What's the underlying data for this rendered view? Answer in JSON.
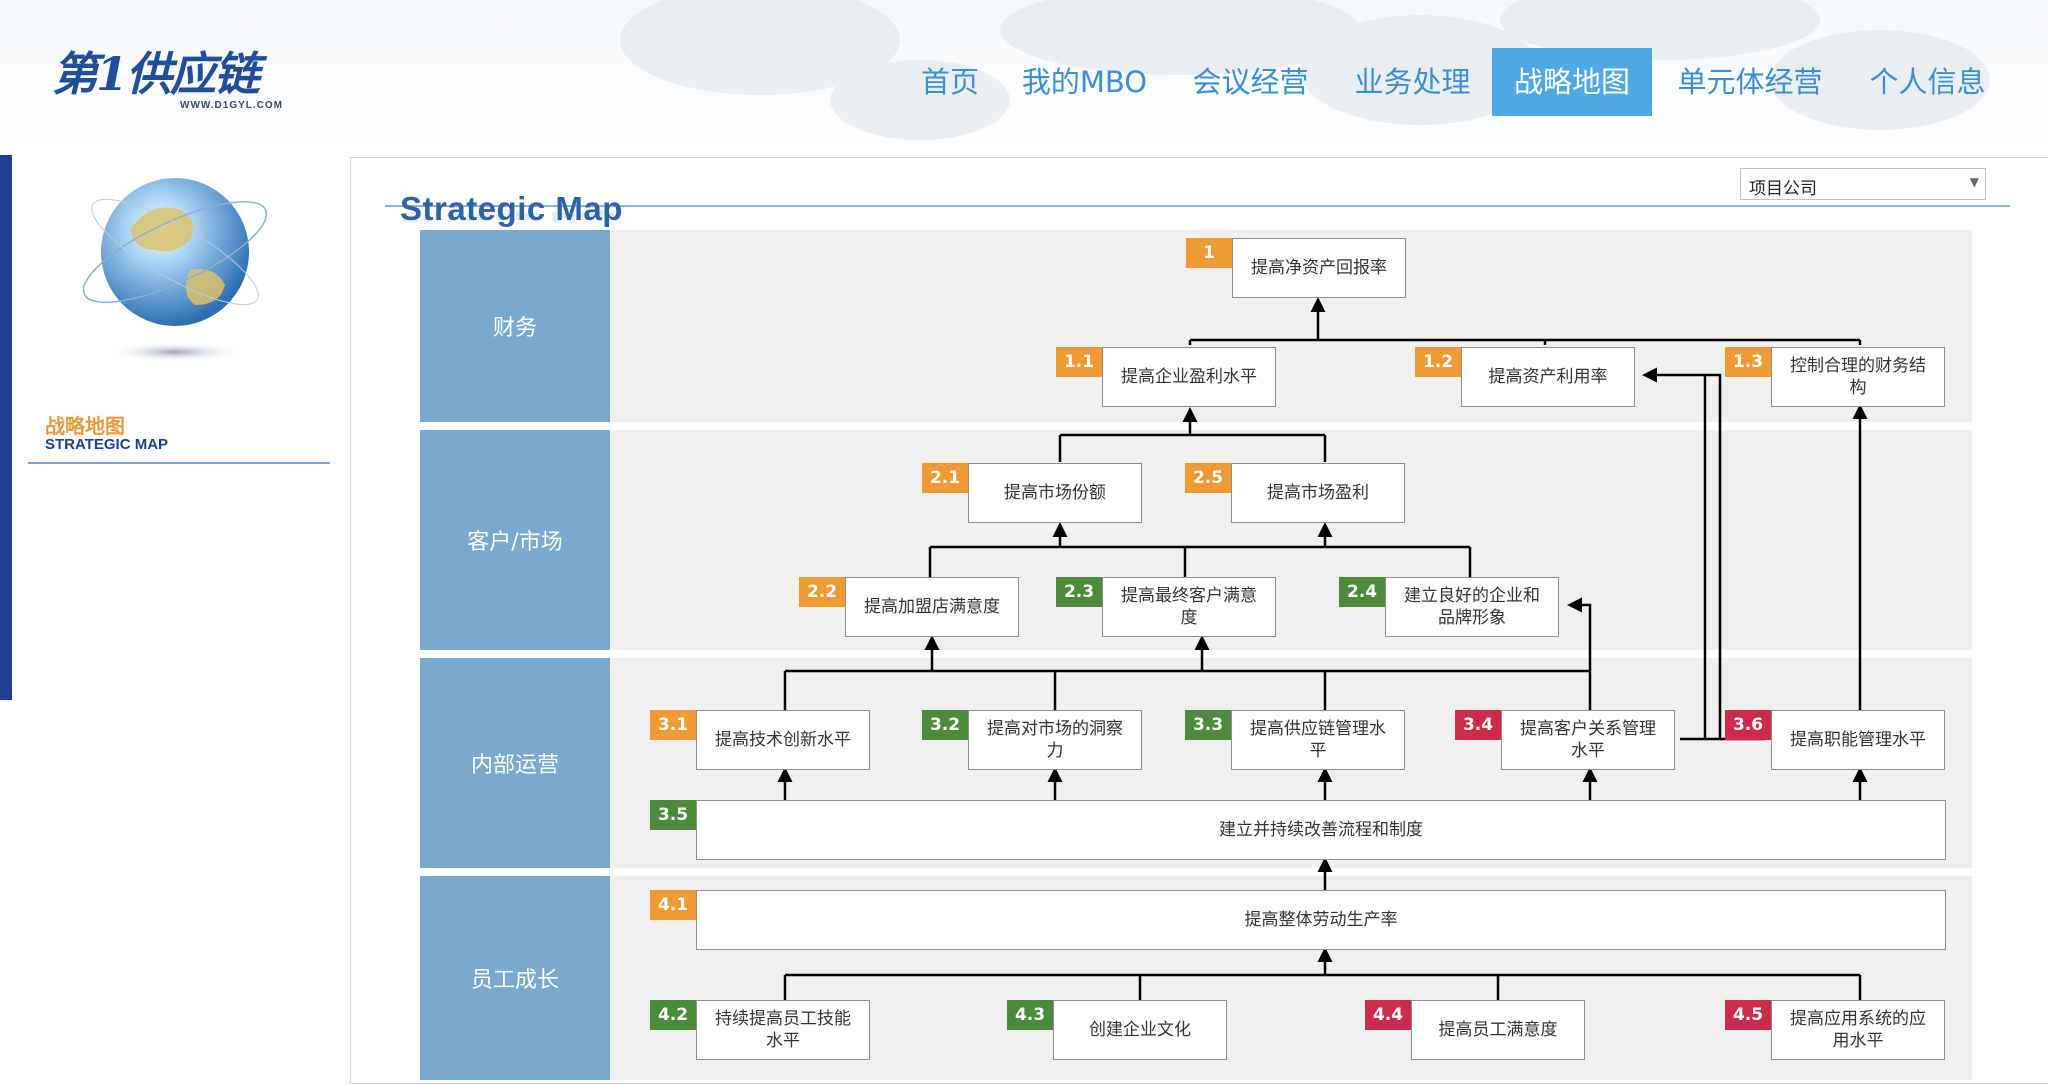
{
  "logo": {
    "text": "第1供应链",
    "url": "WWW.D1GYL.COM"
  },
  "nav": {
    "items": [
      {
        "label": "首页",
        "active": false
      },
      {
        "label": "我的MBO",
        "active": false
      },
      {
        "label": "会议经营",
        "active": false
      },
      {
        "label": "业务处理",
        "active": false
      },
      {
        "label": "战略地图",
        "active": true
      },
      {
        "label": "单元体经营",
        "active": false
      },
      {
        "label": "个人信息",
        "active": false
      }
    ]
  },
  "sidebar": {
    "title_cn": "战略地图",
    "title_en": "STRATEGIC MAP"
  },
  "main": {
    "title": "Strategic Map",
    "company_select": "项目公司"
  },
  "colors": {
    "orange": "#ef9a34",
    "green": "#4d8b3c",
    "red": "#cc2b49",
    "band_label": "#79a9cf",
    "nav_active": "#4ea8e4"
  },
  "perspectives": [
    {
      "id": "finance",
      "label": "财务"
    },
    {
      "id": "customer",
      "label": "客户/市场"
    },
    {
      "id": "internal",
      "label": "内部运营"
    },
    {
      "id": "growth",
      "label": "员工成长"
    }
  ],
  "objectives": [
    {
      "id": "1",
      "text": "提高净资产回报率",
      "color": "orange"
    },
    {
      "id": "1.1",
      "text": "提高企业盈利水平",
      "color": "orange"
    },
    {
      "id": "1.2",
      "text": "提高资产利用率",
      "color": "orange"
    },
    {
      "id": "1.3",
      "text": "控制合理的财务结构",
      "color": "orange"
    },
    {
      "id": "2.1",
      "text": "提高市场份额",
      "color": "orange"
    },
    {
      "id": "2.5",
      "text": "提高市场盈利",
      "color": "orange"
    },
    {
      "id": "2.2",
      "text": "提高加盟店满意度",
      "color": "orange"
    },
    {
      "id": "2.3",
      "text": "提高最终客户满意度",
      "color": "green"
    },
    {
      "id": "2.4",
      "text": "建立良好的企业和品牌形象",
      "color": "green"
    },
    {
      "id": "3.1",
      "text": "提高技术创新水平",
      "color": "orange"
    },
    {
      "id": "3.2",
      "text": "提高对市场的洞察力",
      "color": "green"
    },
    {
      "id": "3.3",
      "text": "提高供应链管理水平",
      "color": "green"
    },
    {
      "id": "3.4",
      "text": "提高客户关系管理水平",
      "color": "red"
    },
    {
      "id": "3.6",
      "text": "提高职能管理水平",
      "color": "red"
    },
    {
      "id": "3.5",
      "text": "建立并持续改善流程和制度",
      "color": "green"
    },
    {
      "id": "4.1",
      "text": "提高整体劳动生产率",
      "color": "orange"
    },
    {
      "id": "4.2",
      "text": "持续提高员工技能水平",
      "color": "green"
    },
    {
      "id": "4.3",
      "text": "创建企业文化",
      "color": "green"
    },
    {
      "id": "4.4",
      "text": "提高员工满意度",
      "color": "red"
    },
    {
      "id": "4.5",
      "text": "提高应用系统的应用水平",
      "color": "red"
    }
  ]
}
